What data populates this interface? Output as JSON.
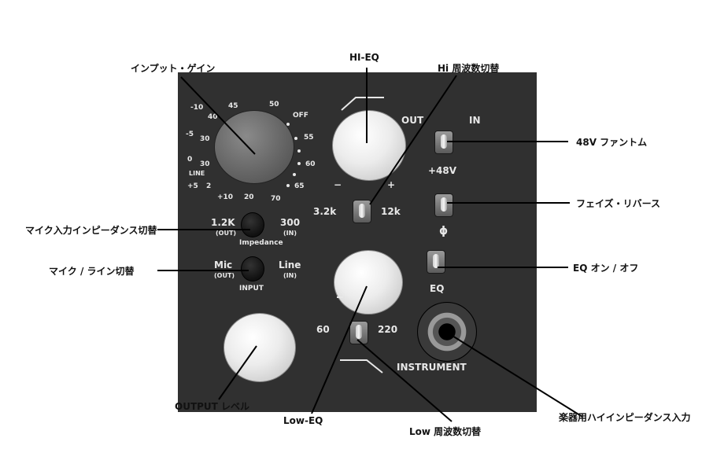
{
  "callouts": {
    "input_gain": "インプット・ゲイン",
    "hi_eq": "HI-EQ",
    "hi_freq_switch": "Hi 周波数切替",
    "phantom_48v": "48V ファントム",
    "phase_reverse": "フェイズ・リバース",
    "mic_impedance_switch": "マイク入力インピーダンス切替",
    "mic_line_switch": "マイク / ライン切替",
    "eq_on_off": "EQ オン / オフ",
    "output_level": "OUTPUT レベル",
    "low_eq": "Low-EQ",
    "low_freq_switch": "Low 周波数切替",
    "instrument_hiz": "楽器用ハイインピーダンス入力"
  },
  "panel": {
    "gain_scale": [
      "-10",
      "40",
      "45",
      "50",
      "-5",
      "30",
      "OFF",
      "55",
      "0",
      "30",
      "60",
      "LINE",
      "+5",
      "2",
      "65",
      "+10",
      "20",
      "70"
    ],
    "out": "OUT",
    "in": "IN",
    "plus48": "+48V",
    "minus": "−",
    "plus": "+",
    "hi_low_freq": "3.2k",
    "hi_high_freq": "12k",
    "phase_symbol": "ϕ",
    "imp_low": "1.2K",
    "imp_low_sub": "(OUT)",
    "imp_high": "300",
    "imp_high_sub": "(IN)",
    "impedance": "Impedance",
    "mic": "Mic",
    "mic_sub": "(OUT)",
    "line": "Line",
    "line_sub": "(IN)",
    "input": "INPUT",
    "eq": "EQ",
    "low_low_freq": "60",
    "low_high_freq": "220",
    "instrument": "INSTRUMENT"
  },
  "colors": {
    "panel": "#303030",
    "panel_text": "#e8e8e8",
    "knob": "#ececec",
    "callout_text": "#111111"
  }
}
